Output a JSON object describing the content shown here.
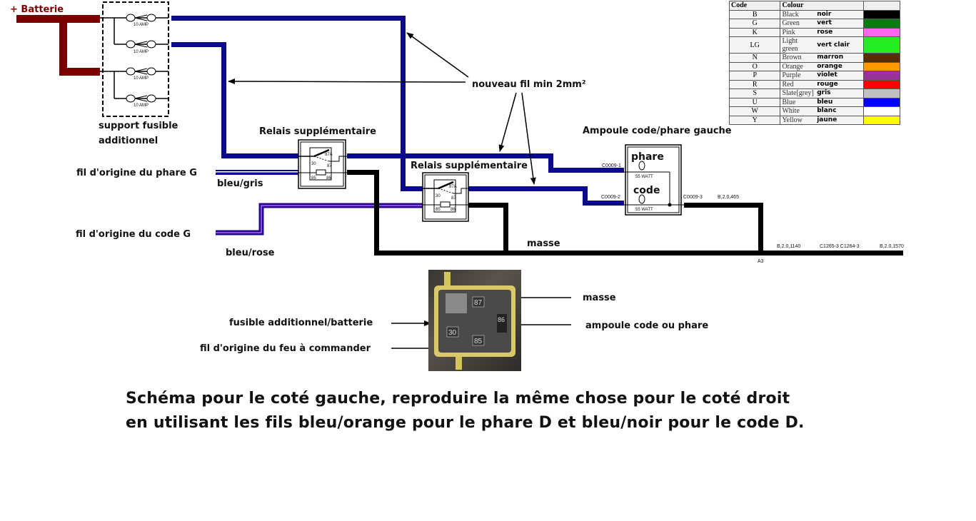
{
  "battery": {
    "label": "+ Batterie",
    "color": "#7a0000"
  },
  "fuse_box": {
    "label_line1": "support fusible",
    "label_line2": "additionnel",
    "fuses": [
      {
        "rating": "10 AMP"
      },
      {
        "rating": "10 AMP"
      },
      {
        "rating": "10 AMP"
      },
      {
        "rating": "10 AMP"
      }
    ]
  },
  "relay_1": {
    "title": "Relais supplémentaire",
    "pins": [
      "30",
      "87A",
      "87",
      "85",
      "86"
    ]
  },
  "relay_2": {
    "title": "Relais supplémentaire",
    "pins": [
      "30",
      "87A",
      "87",
      "85",
      "86"
    ]
  },
  "bulb": {
    "title": "Ampoule code/phare gauche",
    "phare_label": "phare",
    "code_label": "code",
    "phare_watt": "55 WATT",
    "code_watt": "55 WATT",
    "connectors": [
      "C0009-1",
      "C0009-2",
      "C0009-3"
    ]
  },
  "wires": {
    "new_wire_note": "nouveau fil min 2mm²",
    "phare_origin_label": "fil d'origine du phare G",
    "phare_color_label": "bleu/gris",
    "code_origin_label": "fil d'origine du code G",
    "code_color_label": "bleu/rose",
    "ground_label": "masse",
    "ground_refs": [
      "B,2.0,465",
      "B,2.0,1140",
      "C1265-3 C1264-3",
      "B,2.0,1570",
      "A3"
    ],
    "colors": {
      "new_wire": "#0a0a8a",
      "ground": "#000000",
      "code_stripe": "#b060ff",
      "phare_stripe": "#ffffff"
    }
  },
  "relay_photo": {
    "pin_labels": [
      "87",
      "30",
      "85",
      "86"
    ],
    "annotations": {
      "masse": "masse",
      "ampoule": "ampoule code ou phare",
      "fusible": "fusible additionnel/batterie",
      "fil_origine": "fil d'origine du feu à commander"
    }
  },
  "color_legend": {
    "headers": [
      "Code",
      "Colour",
      ""
    ],
    "rows": [
      {
        "code": "B",
        "colour": "Black",
        "fr": "noir",
        "hex": "#000000"
      },
      {
        "code": "G",
        "colour": "Green",
        "fr": "vert",
        "hex": "#0a7a12"
      },
      {
        "code": "K",
        "colour": "Pink",
        "fr": "rose",
        "hex": "#ff66ee"
      },
      {
        "code": "LG",
        "colour": "Light green",
        "fr": "vert clair",
        "hex": "#22ee22"
      },
      {
        "code": "N",
        "colour": "Brown",
        "fr": "marron",
        "hex": "#5a2a00"
      },
      {
        "code": "O",
        "colour": "Orange",
        "fr": "orange",
        "hex": "#ff9900"
      },
      {
        "code": "P",
        "colour": "Purple",
        "fr": "violet",
        "hex": "#993399"
      },
      {
        "code": "R",
        "colour": "Red",
        "fr": "rouge",
        "hex": "#ff0000"
      },
      {
        "code": "S",
        "colour": "Slate[grey]",
        "fr": "gris",
        "hex": "#c0c0c0"
      },
      {
        "code": "U",
        "colour": "Blue",
        "fr": "bleu",
        "hex": "#0000ff"
      },
      {
        "code": "W",
        "colour": "White",
        "fr": "blanc",
        "hex": "#ffffff"
      },
      {
        "code": "Y",
        "colour": "Yellow",
        "fr": "jaune",
        "hex": "#ffff00"
      }
    ]
  },
  "caption": {
    "line1": "Schéma pour le coté gauche, reproduire la même chose pour le coté droit",
    "line2": "en utilisant les fils bleu/orange pour le phare D et bleu/noir pour le code D."
  }
}
